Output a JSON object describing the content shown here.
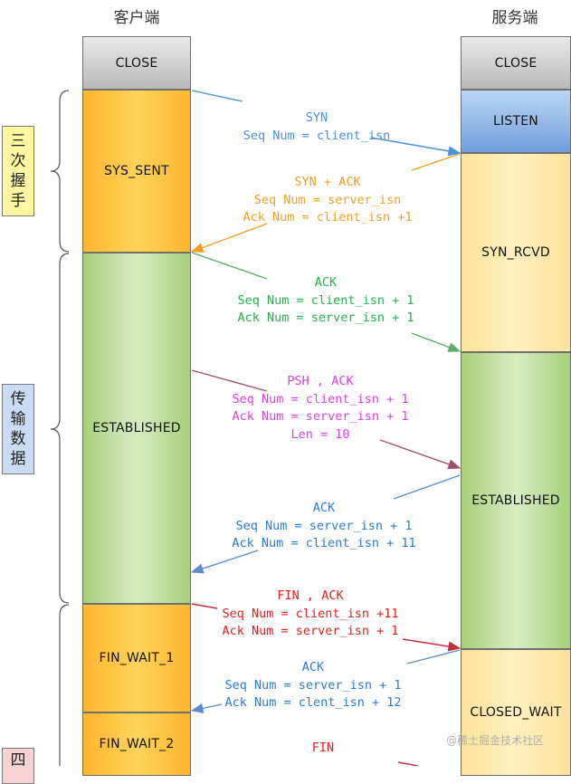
{
  "headers": {
    "client": "客户端",
    "server": "服务端"
  },
  "phases": {
    "handshake": [
      "三",
      "次",
      "握",
      "手"
    ],
    "transfer": [
      "传",
      "输",
      "数",
      "据"
    ],
    "bottom": "四"
  },
  "client_states": {
    "close": "CLOSE",
    "syn_sent": "SYS_SENT",
    "established": "ESTABLISHED",
    "fin_wait_1": "FIN_WAIT_1",
    "fin_wait_2": "FIN_WAIT_2"
  },
  "server_states": {
    "close": "CLOSE",
    "listen": "LISTEN",
    "syn_rcvd": "SYN_RCVD",
    "established": "ESTABLISHED",
    "closed_wait": "CLOSED_WAIT"
  },
  "messages": {
    "syn": [
      "SYN",
      "Seq Num = client_isn"
    ],
    "syn_ack": [
      "SYN + ACK",
      "Seq Num = server_isn",
      "Ack Num =  client_isn +1"
    ],
    "ack1": [
      "ACK",
      "Seq Num = client_isn + 1",
      "Ack Num = server_isn + 1"
    ],
    "psh_ack": [
      "PSH , ACK",
      "Seq Num = client_isn + 1",
      "Ack Num = server_isn + 1",
      "Len = 10"
    ],
    "ack2": [
      "ACK",
      "Seq Num = server_isn + 1",
      "Ack Num = client_isn + 11"
    ],
    "fin_ack": [
      "FIN , ACK",
      "Seq Num = client_isn +11",
      "Ack Num = server_isn + 1"
    ],
    "ack3": [
      "ACK",
      "Seq Num = server_isn + 1",
      "Ack Num = clent_isn + 12"
    ],
    "fin": [
      "FIN"
    ]
  },
  "colors": {
    "syn": "#4a90d9",
    "syn_ack": "#f0a020",
    "ack1": "#22b050",
    "psh_ack": "#e040e0",
    "psh_arrow": "#a05070",
    "ack2": "#2a7ad8",
    "fin_ack": "#e02020",
    "ack3": "#2a7ad8",
    "fin": "#e02020"
  },
  "watermark": "@稀土掘金技术社区"
}
